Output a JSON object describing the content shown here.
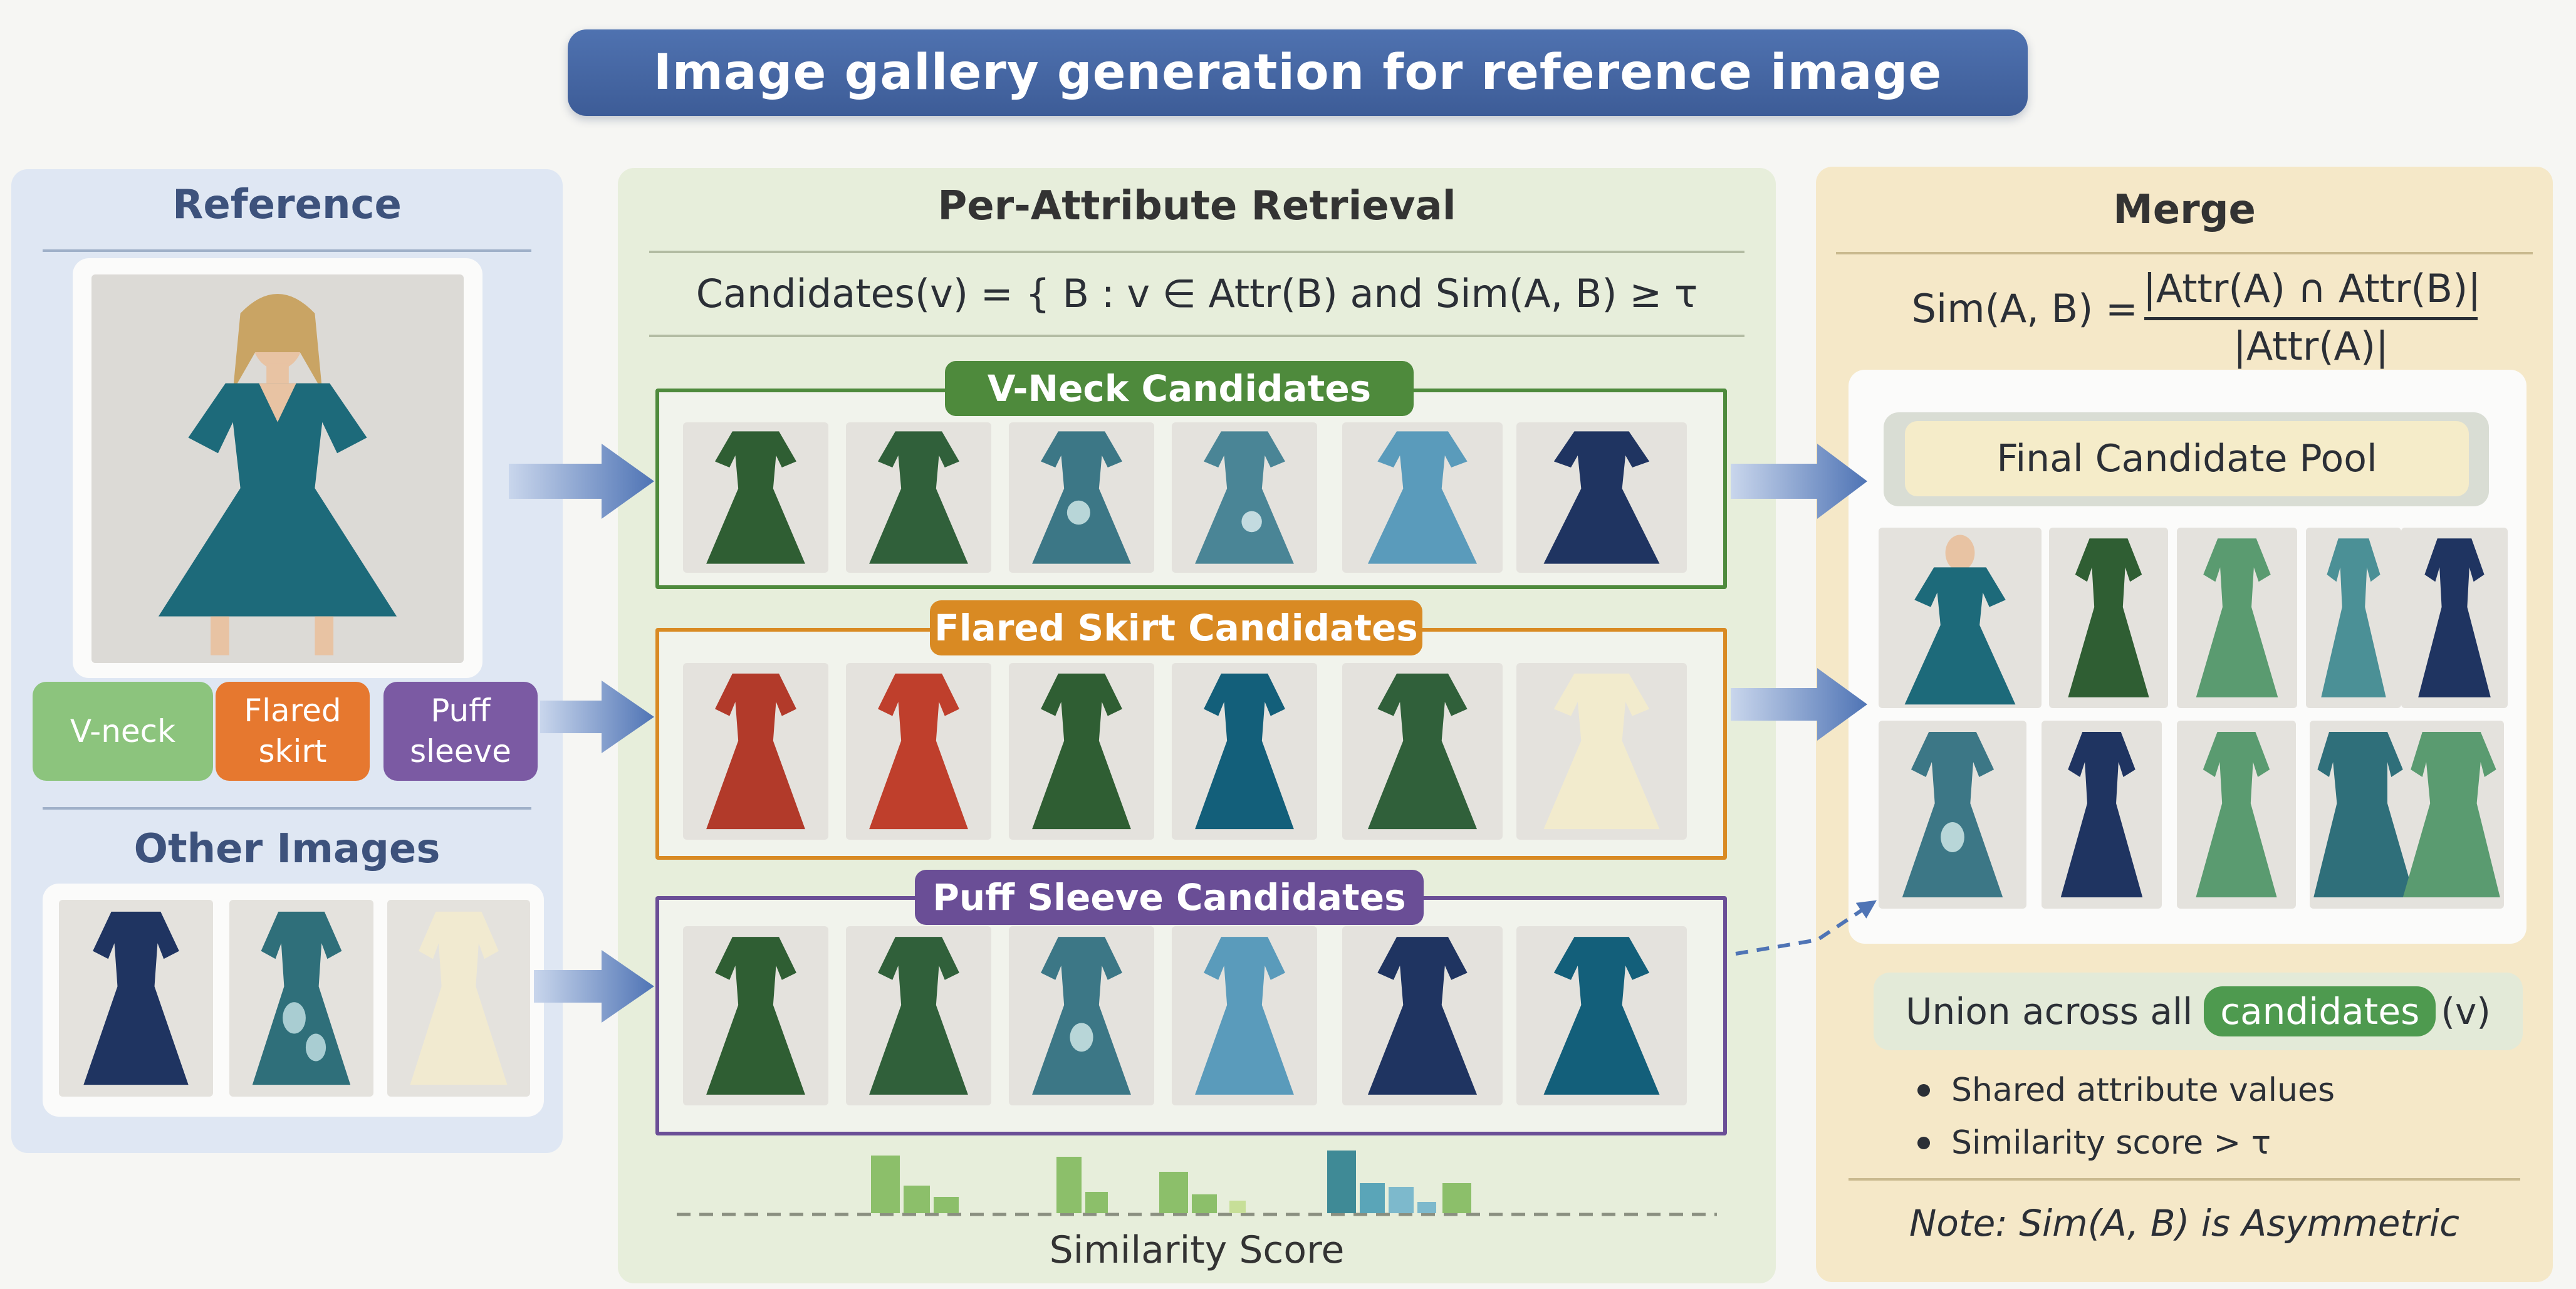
{
  "title": "Image gallery generation for reference image",
  "reference_panel": {
    "heading": "Reference",
    "tags": [
      {
        "label": "V-neck",
        "color": "#8cc47d"
      },
      {
        "label": "Flared\nskirt",
        "color": "#e6782f"
      },
      {
        "label": "Puff\nsleeve",
        "color": "#7b5aa3"
      }
    ],
    "other_heading": "Other Images"
  },
  "retrieval_panel": {
    "heading": "Per-Attribute Retrieval",
    "formula": "Candidates(v) = { B : v ∈ Attr(B) and Sim(A, B) ≥ τ",
    "rows": [
      {
        "label": "V-Neck Candidates",
        "color": "#4e8a3c"
      },
      {
        "label": "Flared Skirt Candidates",
        "color": "#d98a23"
      },
      {
        "label": "Puff Sleeve Candidates",
        "color": "#6a4e96"
      }
    ],
    "similarity_label": "Similarity Score"
  },
  "merge_panel": {
    "heading": "Merge",
    "formula_lhs": "Sim(A, B) =",
    "formula_numerator": "|Attr(A) ∩ Attr(B)|",
    "formula_denominator": "|Attr(A)|",
    "pool_label": "Final Candidate Pool",
    "union_prefix": "Union across all",
    "union_highlight": "candidates",
    "union_suffix": "(v)",
    "bullets": [
      "Shared attribute values",
      "Similarity score > τ"
    ],
    "note": "Note: Sim(A, B) is Asymmetric"
  },
  "colors": {
    "accent_blue": "#4a6aa8",
    "arrow_blue": "#5b7fbf",
    "highlight_green": "#4e9a4f"
  }
}
